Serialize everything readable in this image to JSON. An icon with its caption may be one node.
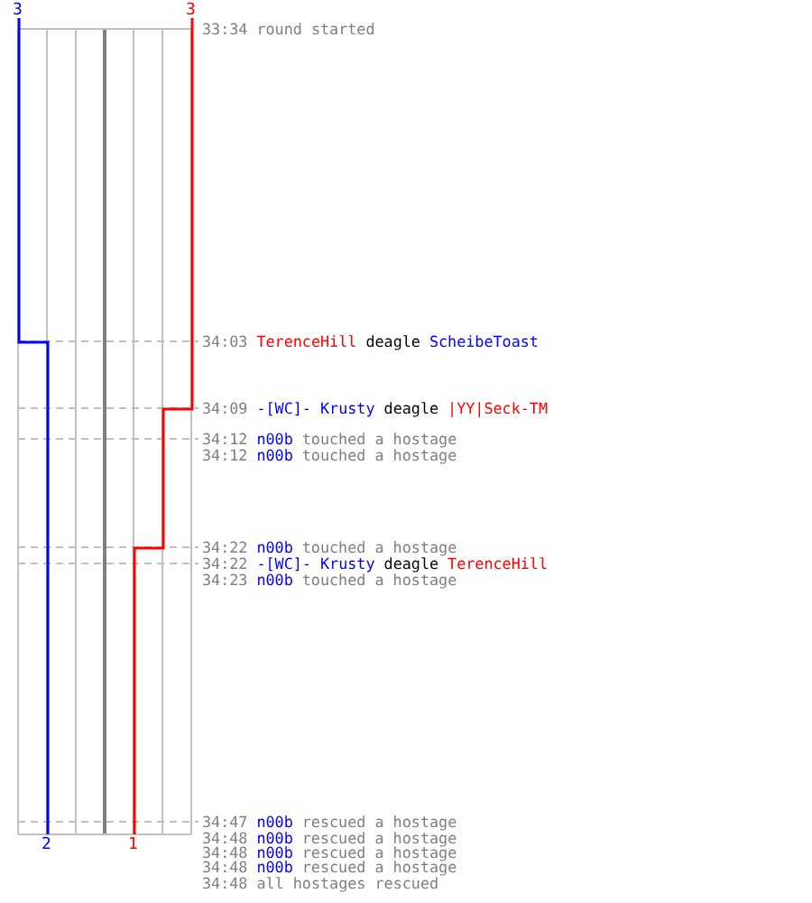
{
  "diagram": {
    "labels": [
      "3",
      "3",
      "33:34",
      "round started",
      "34:03",
      "TerenceHill",
      "deagle",
      "ScheibeToast",
      "34:09",
      "-[WC]- Krusty",
      "deagle",
      "|YY|Seck-TM",
      "34:12",
      "n00b",
      "touched a hostage",
      "34:12",
      "n00b",
      "touched a hostage",
      "34:22",
      "n00b",
      "touched a hostage",
      "34:22",
      "-[WC]- Krusty",
      "deagle",
      "TerenceHill",
      "34:23",
      "n00b",
      "touched a hostage",
      "34:47",
      "n00b",
      "rescued a hostage",
      "2",
      "1",
      "34:48",
      "n00b",
      "rescued a hostage",
      "34:48",
      "n00b",
      "rescued a hostage",
      "34:48",
      "n00b",
      "rescued a hostage",
      "34:48",
      "all hostages rescued"
    ]
  }
}
